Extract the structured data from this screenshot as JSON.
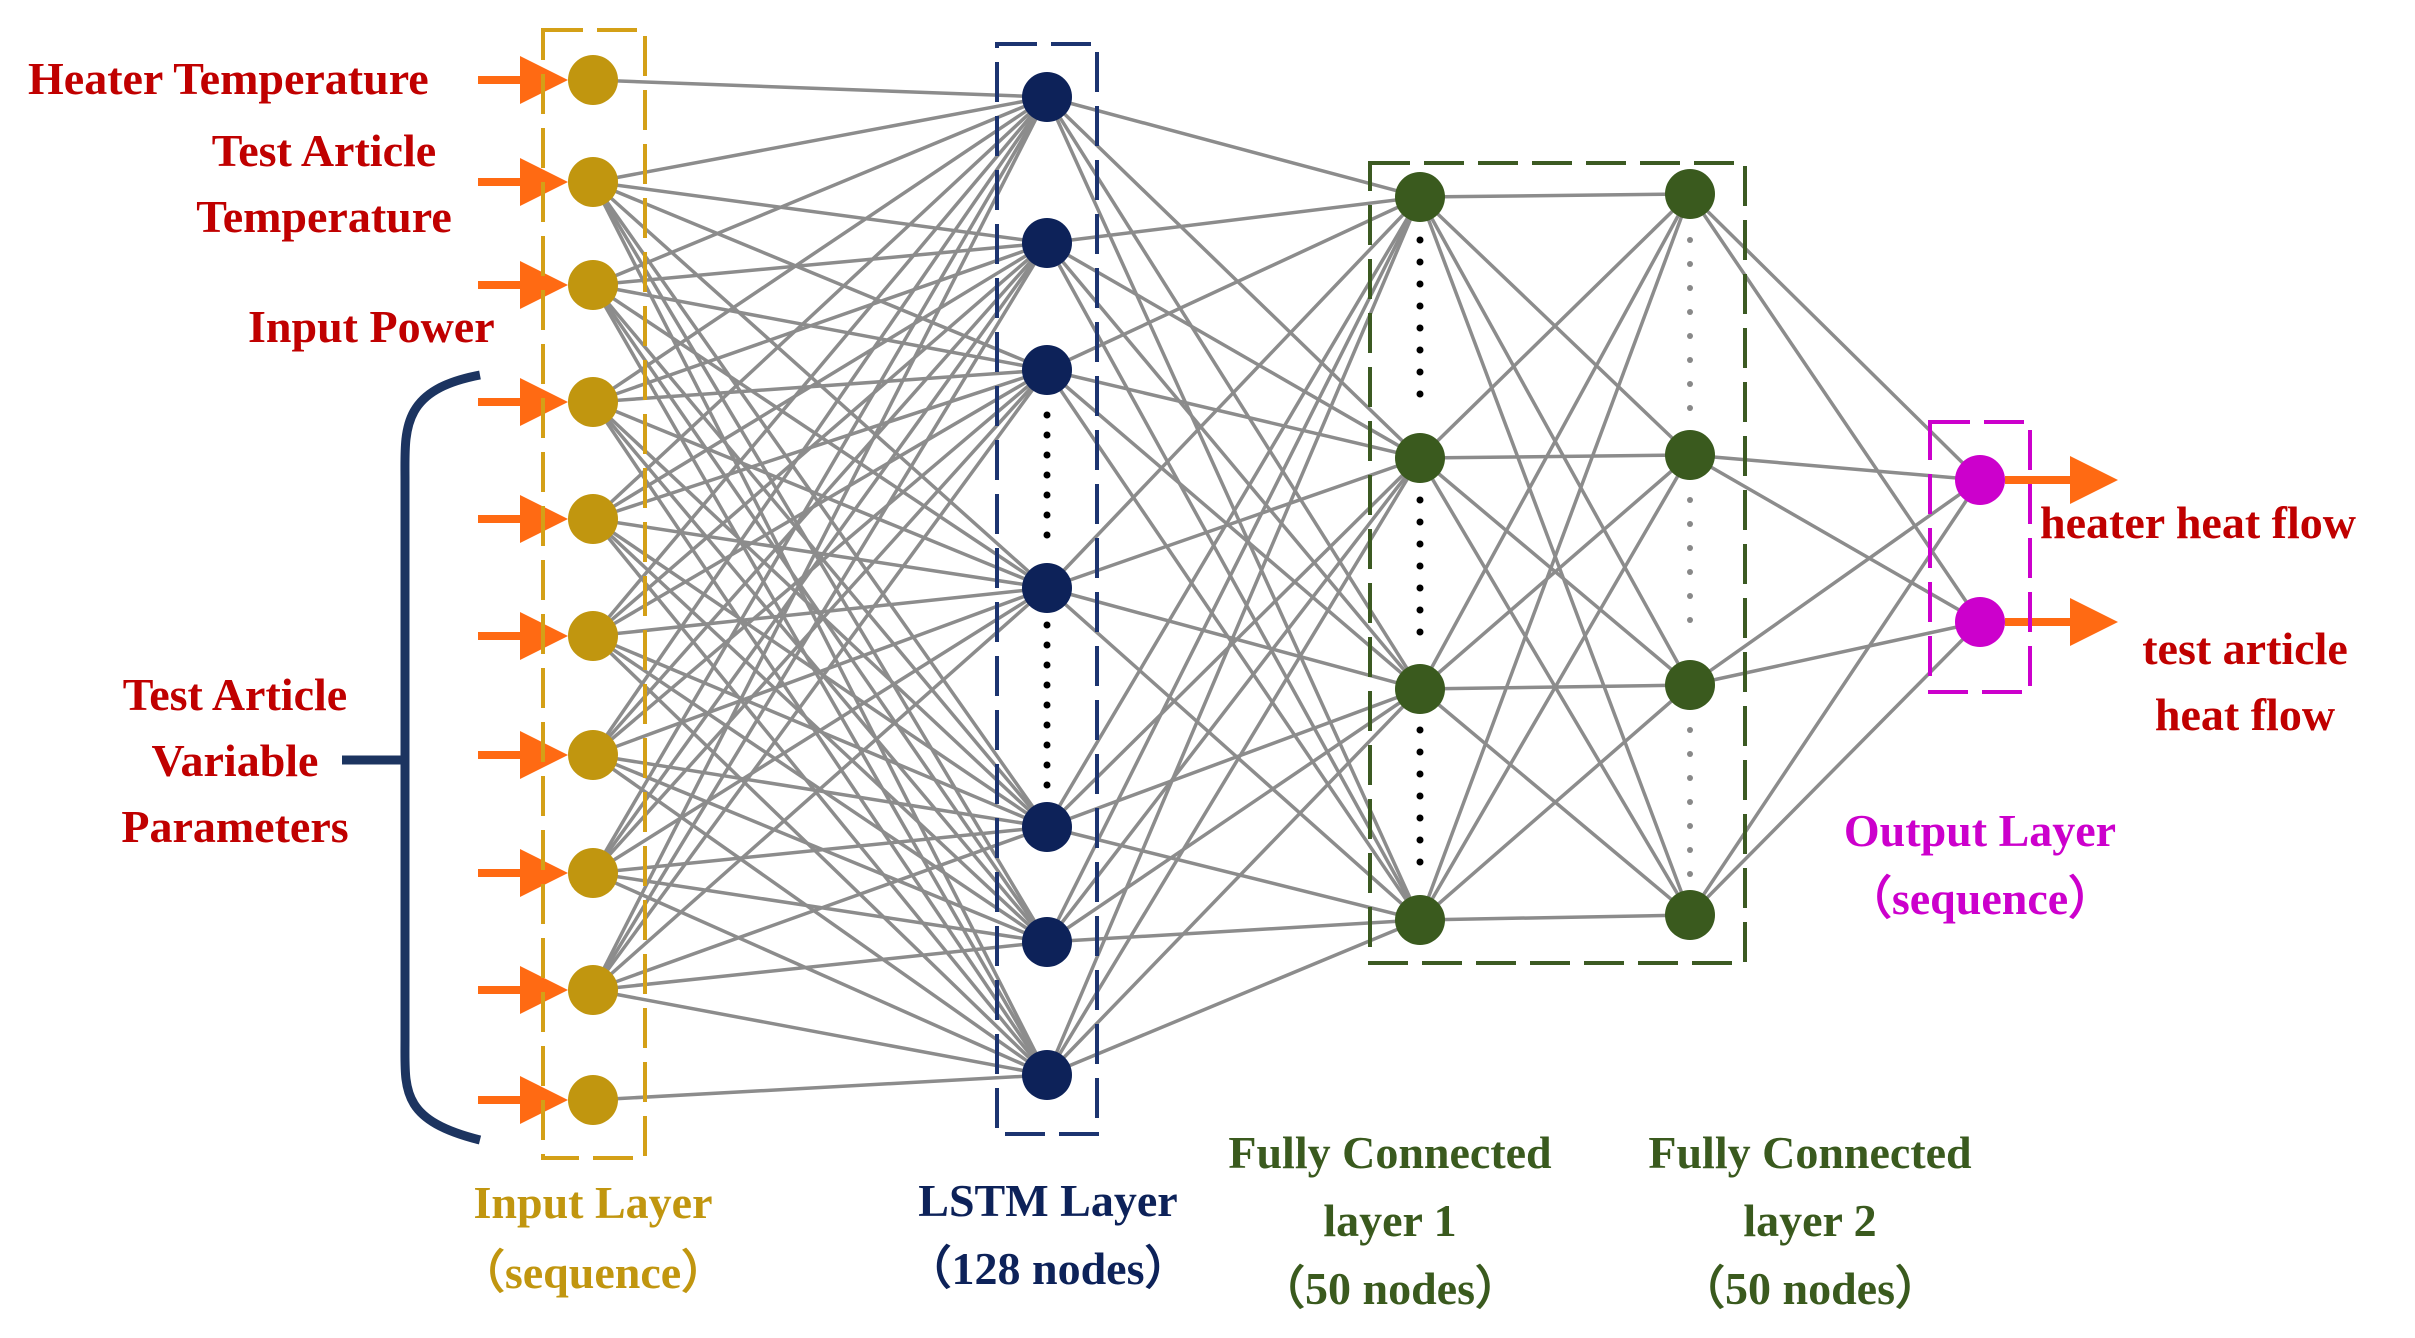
{
  "colors": {
    "input": "#C1960F",
    "input_box": "#D4A017",
    "lstm": "#0D2259",
    "lstm_box": "#1C3470",
    "fc": "#3A5A1E",
    "fc_box": "#3C5A22",
    "output": "#CC00CC",
    "arrow": "#FF6A13",
    "edge": "#8C8C8C",
    "input_label": "#C00000",
    "brace": "#1C3460"
  },
  "input_labels": {
    "heater_temperature": "Heater Temperature",
    "test_article_temperature": [
      "Test Article",
      "Temperature"
    ],
    "input_power": "Input Power",
    "variable_parameters": [
      "Test Article",
      "Variable",
      "Parameters"
    ]
  },
  "output_labels": {
    "heater_heat_flow": "heater heat flow",
    "test_article_heat_flow": [
      "test article",
      "heat flow"
    ]
  },
  "layers": {
    "input": [
      "Input Layer",
      "（sequence）"
    ],
    "lstm": [
      "LSTM Layer",
      "（128 nodes）"
    ],
    "fc1": [
      "Fully Connected",
      "layer 1",
      "（50 nodes）"
    ],
    "fc2": [
      "Fully Connected",
      "layer 2",
      "（50 nodes）"
    ],
    "output": [
      "Output Layer",
      "（sequence）"
    ]
  }
}
